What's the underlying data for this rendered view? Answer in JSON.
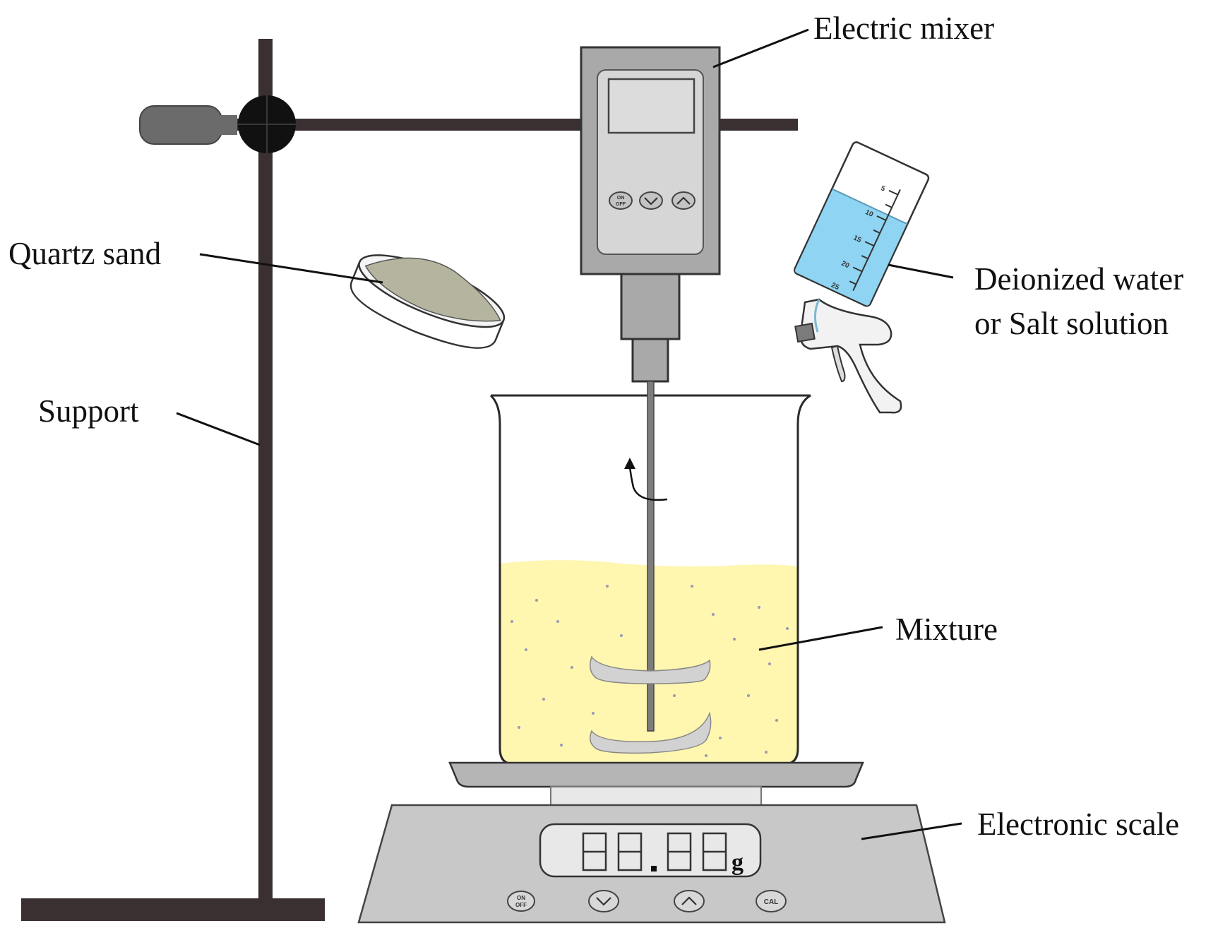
{
  "labels": {
    "electric_mixer": "Electric mixer",
    "quartz_sand": "Quartz sand",
    "support": "Support",
    "deionized_line1": "Deionized water",
    "deionized_line2": "or Salt solution",
    "mixture": "Mixture",
    "electronic_scale": "Electronic scale"
  },
  "scale": {
    "unit": "g",
    "buttons": {
      "on_line1": "ON",
      "on_line2": "OFF",
      "cal": "CAL"
    }
  },
  "mixer": {
    "buttons": {
      "on_line1": "ON",
      "on_line2": "OFF"
    }
  },
  "bottle": {
    "ticks": [
      "5",
      "10",
      "15",
      "20",
      "25"
    ]
  },
  "colors": {
    "stand": "#3a3032",
    "clamp": "#111111",
    "mixer_body": "#a9a9a9",
    "mixer_panel": "#d6d6d6",
    "liquid": "#fff6b0",
    "bottle_liquid": "#8fd4f2",
    "scale_body": "#c8c8c8",
    "sand": "#b5b49e"
  }
}
